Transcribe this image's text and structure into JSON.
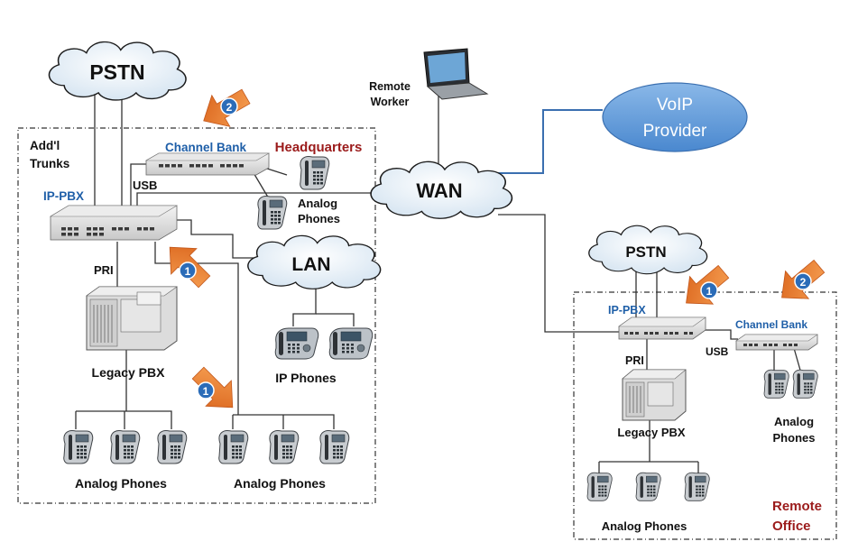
{
  "clouds": {
    "pstn_hq": "PSTN",
    "wan": "WAN",
    "lan": "LAN",
    "pstn_remote": "PSTN",
    "voip_provider": [
      "VoIP",
      "Provider"
    ]
  },
  "hq": {
    "label": "Headquarters",
    "addl_trunks": [
      "Add'l",
      "Trunks"
    ],
    "ip_pbx": "IP-PBX",
    "channel_bank": "Channel Bank",
    "usb": "USB",
    "analog_phones_small": [
      "Analog",
      "Phones"
    ],
    "pri": "PRI",
    "legacy_pbx": "Legacy PBX",
    "ip_phones": "IP Phones",
    "analog_phones_left": "Analog Phones",
    "analog_phones_right": "Analog Phones"
  },
  "remote_worker": [
    "Remote",
    "Worker"
  ],
  "remote": {
    "label": [
      "Remote",
      "Office"
    ],
    "ip_pbx": "IP-PBX",
    "channel_bank": "Channel Bank",
    "usb": "USB",
    "pri": "PRI",
    "legacy_pbx": "Legacy PBX",
    "analog_phones_right": [
      "Analog",
      "Phones"
    ],
    "analog_phones_bottom": "Analog Phones"
  },
  "badges": {
    "one": "1",
    "two": "2"
  },
  "colors": {
    "hq_label": "#9b1b1b",
    "blue_label": "#1f5fa8",
    "arrow_orange": "#e87722",
    "badge_blue": "#2b6cb8",
    "voip_fill": "#5b9bd5",
    "voip_line": "#3a6fb0"
  }
}
